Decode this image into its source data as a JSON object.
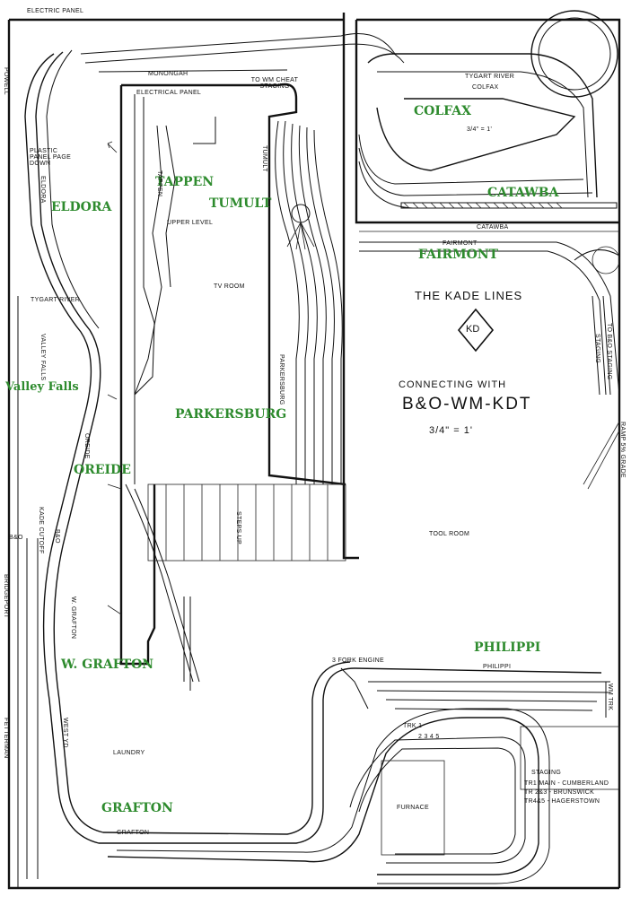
{
  "title": {
    "line1": "THE KADE LINES",
    "logo_text": "KD",
    "line2": "CONNECTING WITH",
    "line3": "B&O-WM-KDT",
    "scale": "3/4\" = 1'"
  },
  "towns": {
    "colfax": "COLFAX",
    "catawba": "CATAWBA",
    "fairmont": "FAIRMONT",
    "eldora": "ELDORA",
    "tappen": "TAPPEN",
    "tumult": "TUMULT",
    "valley_falls": "Valley Falls",
    "parkersburg": "PARKERSBURG",
    "oreide": "OREIDE",
    "w_grafton": "W. GRAFTON",
    "grafton": "GRAFTON",
    "philippi": "PHILIPPI"
  },
  "drawing_labels": {
    "electric_panel": "ELECTRIC PANEL",
    "powell": "POWELL",
    "monongah": "MONONGAH",
    "to_staging": "TO WM CHEAT STAGING",
    "electrical_panel": "ELECTRICAL PANEL",
    "colfax_small": "COLFAX",
    "tygart_river": "TYGART RIVER",
    "scale_ruler": "3/4\" = 1'",
    "catawba_small": "CATAWBA",
    "fairmont_small": "FAIRMONT",
    "tumult_small": "TUMULT",
    "tappen_small": "TAPPEN",
    "upper_level": "UPPER LEVEL",
    "tv_room": "TV ROOM",
    "parkersburg_small": "PARKERSBURG",
    "eldora_small": "ELDORA",
    "plastic_panel": "PLASTIC PANEL PAGE DOWN",
    "tygart_river2": "TYGART RIVER",
    "valley_falls_small": "VALLEY FALLS",
    "oreide_small": "OREIDE",
    "kade_cutoff": "KADE CUTOFF",
    "bo": "B&O",
    "bo2": "B&O",
    "bridgeport": "BRIDGEPORT",
    "w_grafton_small": "W. GRAFTON",
    "fetterman": "FETTERMAN",
    "west_yd": "WEST YD",
    "laundry": "LAUNDRY",
    "grafton_small": "GRAFTON",
    "steps_up": "STEPS UP",
    "tool_room": "TOOL ROOM",
    "fork_engine": "3 FORK ENGINE",
    "philippi_small": "PHILIPPI",
    "trk1": "TRK 1",
    "trk_nums": "2 3 4 5",
    "furnace": "FURNACE",
    "wm_trk": "WM TRK",
    "staging_title": "STAGING",
    "staging_1": "TR1 MAIN - CUMBERLAND",
    "staging_2": "TR 2&3 - BRUNSWICK",
    "staging_3": "TR4&5 - HAGERSTOWN",
    "staging_right": "STAGING",
    "to_staging_right": "TO B&O STAGING",
    "ramp": "RAMP 5% GRADE"
  }
}
